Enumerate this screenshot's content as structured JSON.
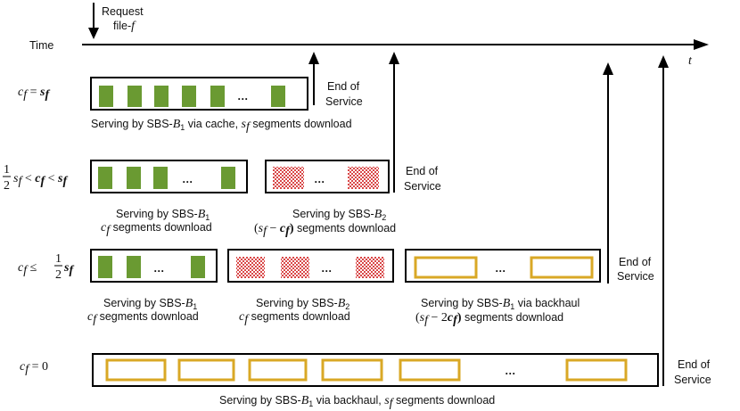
{
  "header": {
    "request_line1": "Request",
    "request_line2": "file-",
    "request_var": "f",
    "time_label": "Time",
    "t_label": "t"
  },
  "end_of_service": {
    "line1": "End of",
    "line2": "Service"
  },
  "ellipsis": "…",
  "colors": {
    "green_segment": "#6a9a32",
    "sbs2_segment": "#e06060",
    "backhaul_segment": "#d9a826",
    "line": "#000000"
  },
  "rows": [
    {
      "condition": {
        "c": "c",
        "sub": "f",
        "rel": " = ",
        "s": "s",
        "ssub": "f"
      },
      "captions": [
        {
          "pre": "Serving by SBS-",
          "B": "B",
          "bsub": "1",
          "post": " via cache,  ",
          "s": "s",
          "ssub": "f",
          "tail": " segments download"
        }
      ]
    },
    {
      "condition": {
        "frac_num": "1",
        "frac_den": "2",
        "s": "s",
        "ssub": "f",
        "lt1": " < ",
        "c": "c",
        "csub": "f",
        "lt2": " < ",
        "s2": "s",
        "s2sub": "f"
      },
      "captions": [
        {
          "line1_pre": "Serving by SBS-",
          "B": "B",
          "bsub": "1",
          "c": "c",
          "csub": "f",
          "line2_tail": " segments download"
        },
        {
          "line1_pre": "Serving by SBS-",
          "B": "B",
          "bsub": "2",
          "open": "(",
          "s": "s",
          "ssub": "f",
          "minus": " − ",
          "c": "c",
          "csub": "f",
          "close": ")",
          "line2_tail": " segments download"
        }
      ]
    },
    {
      "condition": {
        "c": "c",
        "csub": "f",
        "rel": " ≤ ",
        "frac_num": "1",
        "frac_den": "2",
        "s": "s",
        "ssub": "f"
      },
      "captions": [
        {
          "line1_pre": "Serving by SBS-",
          "B": "B",
          "bsub": "1",
          "c": "c",
          "csub": "f",
          "line2_tail": " segments download"
        },
        {
          "line1_pre": "Serving by SBS-",
          "B": "B",
          "bsub": "2",
          "c": "c",
          "csub": "f",
          "line2_tail": " segments download"
        },
        {
          "line1_pre": "Serving by SBS-",
          "B": "B",
          "bsub": "1",
          "line1_post": " via backhaul",
          "open": "(",
          "s": "s",
          "ssub": "f",
          "minus": " − 2",
          "c": "c",
          "csub": "f",
          "close": ")",
          "line2_tail": "  segments download"
        }
      ]
    },
    {
      "condition": {
        "c": "c",
        "csub": "f",
        "rel": " = 0"
      },
      "captions": [
        {
          "pre": "Serving by SBS-",
          "B": "B",
          "bsub": "1",
          "post": " via backhaul,  ",
          "s": "s",
          "ssub": "f",
          "tail": " segments download"
        }
      ]
    }
  ]
}
